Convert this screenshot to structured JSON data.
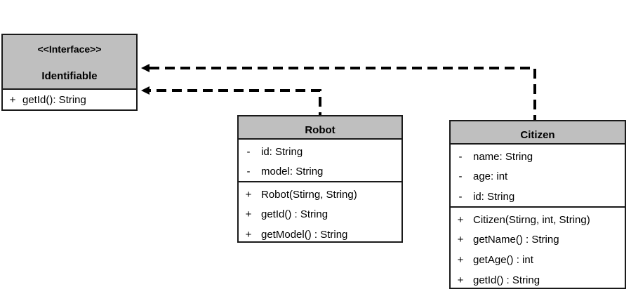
{
  "identifiable": {
    "stereotype": "<<Interface>>",
    "name": "Identifiable",
    "methods": [
      {
        "vis": "+",
        "text": "getId(): String"
      }
    ]
  },
  "robot": {
    "name": "Robot",
    "attributes": [
      {
        "vis": "-",
        "text": "id: String"
      },
      {
        "vis": "-",
        "text": "model: String"
      }
    ],
    "methods": [
      {
        "vis": "+",
        "text": "Robot(Stirng, String)"
      },
      {
        "vis": "+",
        "text": "getId() : String"
      },
      {
        "vis": "+",
        "text": "getModel() : String"
      }
    ]
  },
  "citizen": {
    "name": "Citizen",
    "attributes": [
      {
        "vis": "-",
        "text": "name: String"
      },
      {
        "vis": "-",
        "text": "age: int"
      },
      {
        "vis": "-",
        "text": "id: String"
      }
    ],
    "methods": [
      {
        "vis": "+",
        "text": "Citizen(Stirng, int, String)"
      },
      {
        "vis": "+",
        "text": "getName() : String"
      },
      {
        "vis": "+",
        "text": "getAge() : int"
      },
      {
        "vis": "+",
        "text": "getId() : String"
      }
    ]
  },
  "relations": [
    {
      "from": "Robot",
      "to": "Identifiable",
      "type": "realization"
    },
    {
      "from": "Citizen",
      "to": "Identifiable",
      "type": "realization"
    }
  ]
}
